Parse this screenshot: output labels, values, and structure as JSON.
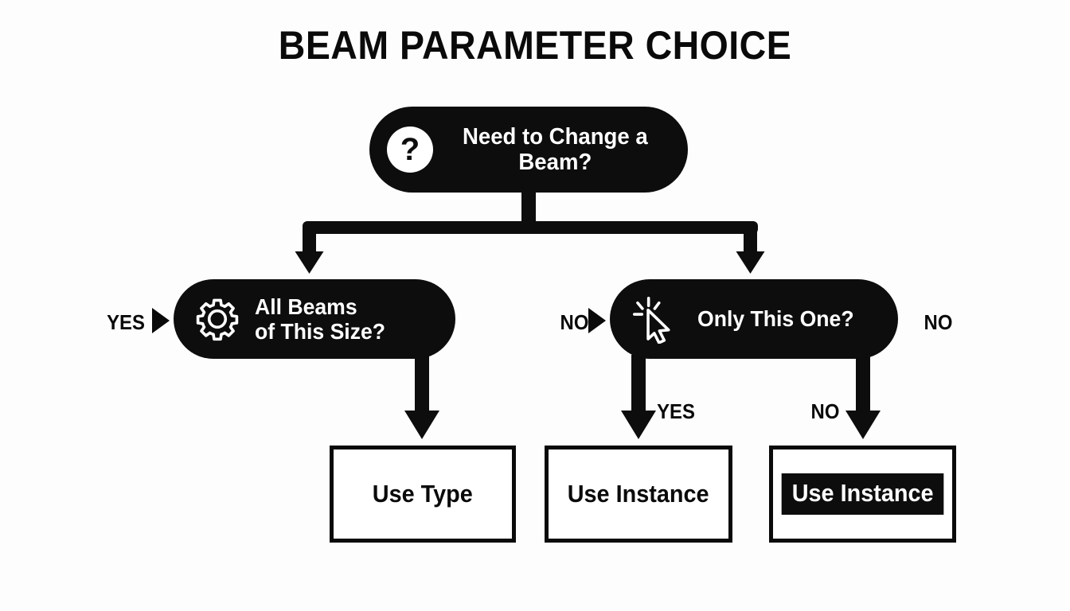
{
  "diagram": {
    "title": "BEAM PARAMETER CHOICE",
    "background_color": "#fdfdfd",
    "ink_color": "#0d0d0d",
    "type": "decision-flowchart"
  },
  "nodes": {
    "root": {
      "icon": "question-mark-icon",
      "line1": "Need to Change a",
      "line2": "Beam?",
      "shape": "pill",
      "fill": "#0d0d0d",
      "text_color": "#ffffff"
    },
    "left": {
      "icon": "gear-icon",
      "line1": "All Beams",
      "line2": "of This Size?",
      "shape": "pill",
      "fill": "#0d0d0d",
      "text_color": "#ffffff"
    },
    "right": {
      "icon": "click-cursor-icon",
      "line1": "Only This One?",
      "line2": "",
      "shape": "pill",
      "fill": "#0d0d0d",
      "text_color": "#ffffff"
    }
  },
  "edge_labels": {
    "yes_left": "YES",
    "no_right": "NO",
    "no_far_right": "NO",
    "yes_middle": "YES",
    "no_middle": "NO"
  },
  "outcomes": [
    {
      "label": "Use Type",
      "highlighted": false
    },
    {
      "label": "Use Instance",
      "highlighted": false
    },
    {
      "label": "Use Instance",
      "highlighted": true
    }
  ]
}
